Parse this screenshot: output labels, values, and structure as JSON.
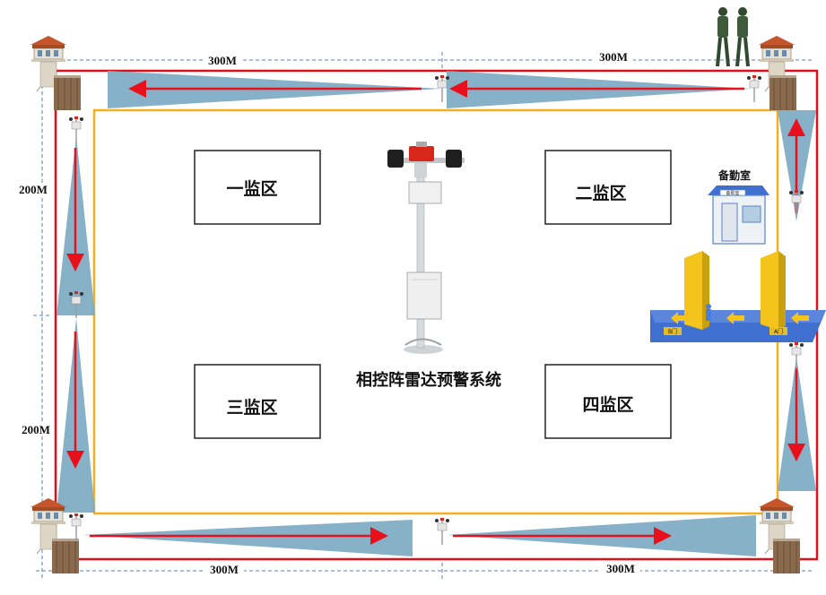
{
  "dimensions": {
    "top_left": "300M",
    "top_right": "300M",
    "left_upper": "200M",
    "left_lower": "200M",
    "bottom_left": "300M",
    "bottom_right": "300M"
  },
  "zones": [
    "一监区",
    "二监区",
    "三监区",
    "四监区"
  ],
  "system_title": "相控阵雷达预警系统",
  "duty_room_label": "备勤室",
  "duty_room_sign": "备勤室",
  "gate_labels": [
    "B门",
    "A门"
  ],
  "colors": {
    "perimeter": "#e0101a",
    "inner_fence": "#f2b021",
    "radar_beam": "#7aa9c2",
    "arrow": "#e8101a",
    "dimension_line": "#5a7fb0"
  },
  "icons": [
    "watchtower-icon",
    "radar-sensor-icon",
    "guard-soldiers-icon",
    "fence-gate-icon",
    "duty-room-icon",
    "security-gate-icon",
    "radar-tower-icon"
  ]
}
